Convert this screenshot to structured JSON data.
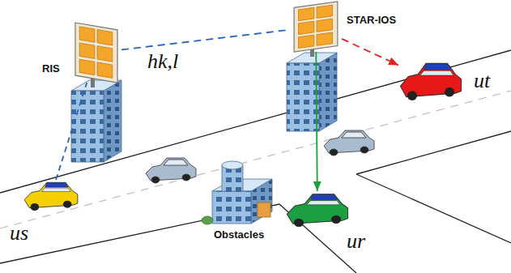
{
  "diagram": {
    "nodes": [
      {
        "text": [
          "RIS"
        ]
      },
      {
        "text": [
          "STAR-IOS"
        ]
      },
      {
        "text": [
          "us"
        ]
      },
      {
        "text": [
          "ut"
        ]
      },
      {
        "text": [
          "ur"
        ]
      }
    ],
    "edges": [
      {
        "from": 2,
        "to": 0,
        "arrow": "none"
      },
      {
        "from": 0,
        "to": 1,
        "label": "hk,l",
        "arrow": "none"
      },
      {
        "from": 1,
        "to": 3,
        "arrow": "to"
      },
      {
        "from": 1,
        "to": 4,
        "arrow": "to"
      }
    ],
    "labels": [
      "Obstacles"
    ]
  }
}
